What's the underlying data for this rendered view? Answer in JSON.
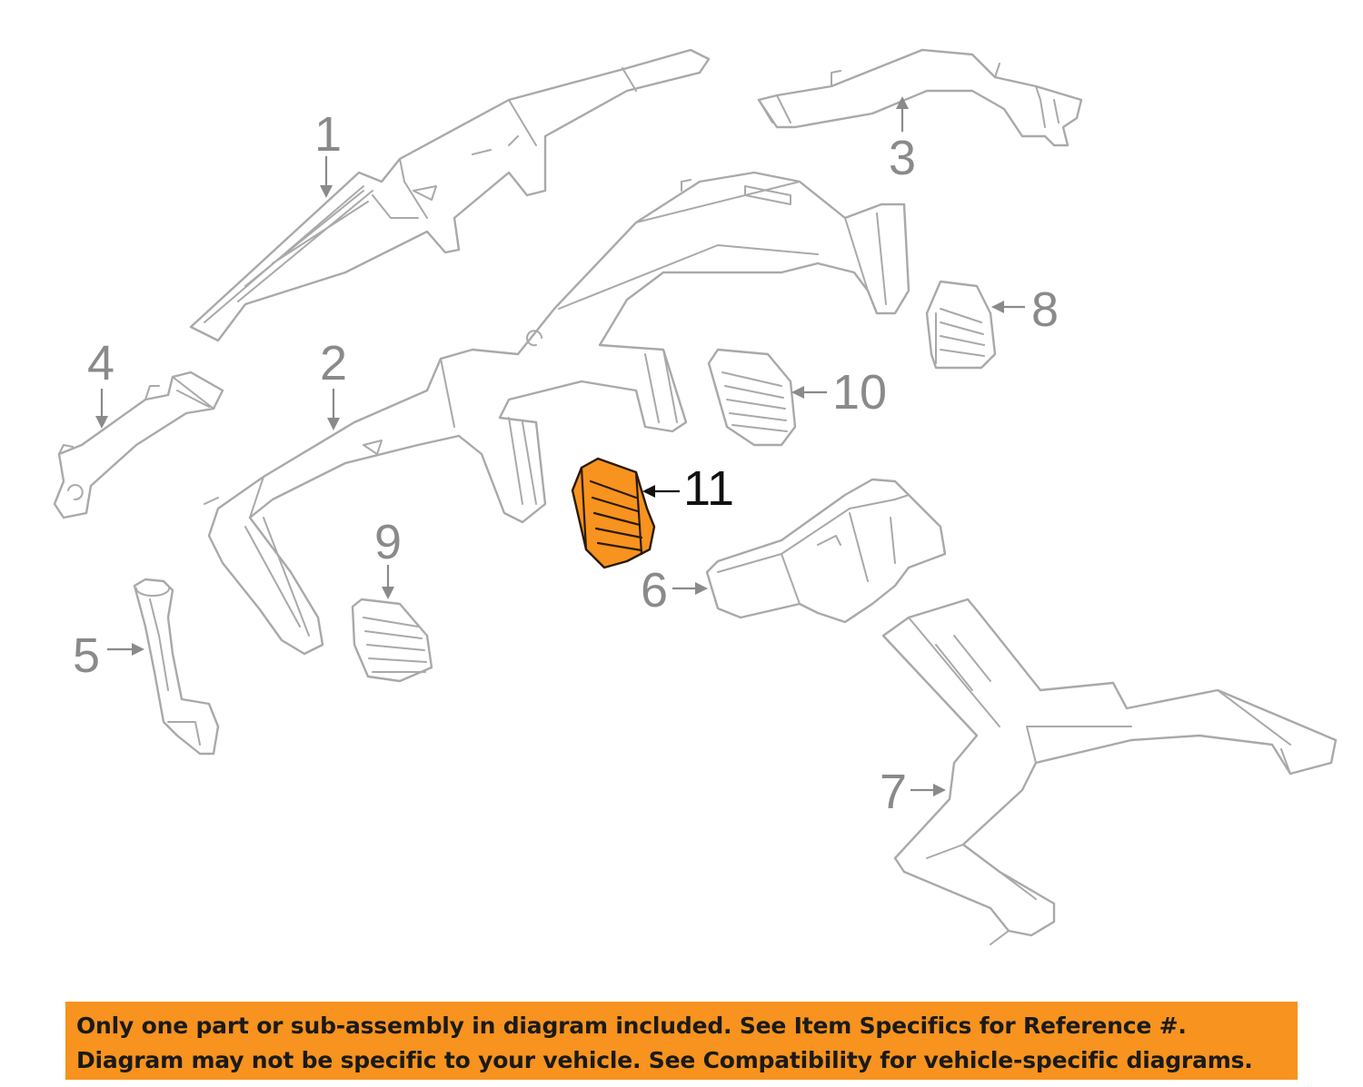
{
  "callouts": {
    "c1": "1",
    "c2": "2",
    "c3": "3",
    "c4": "4",
    "c5": "5",
    "c6": "6",
    "c7": "7",
    "c8": "8",
    "c9": "9",
    "c10": "10",
    "c11": "11"
  },
  "highlighted_callout": "11",
  "colors": {
    "highlight": "#f7931e",
    "part_outline": "#a9a9a9",
    "callout_text": "#8a8a8a",
    "highlight_callout_text": "#111111",
    "notice_background": "#f7931e"
  },
  "notice": {
    "line1": "Only one part or sub-assembly in diagram included. See Item Specifics for Reference #.",
    "line2": "Diagram may not be specific to your vehicle. See Compatibility for vehicle-specific diagrams."
  }
}
